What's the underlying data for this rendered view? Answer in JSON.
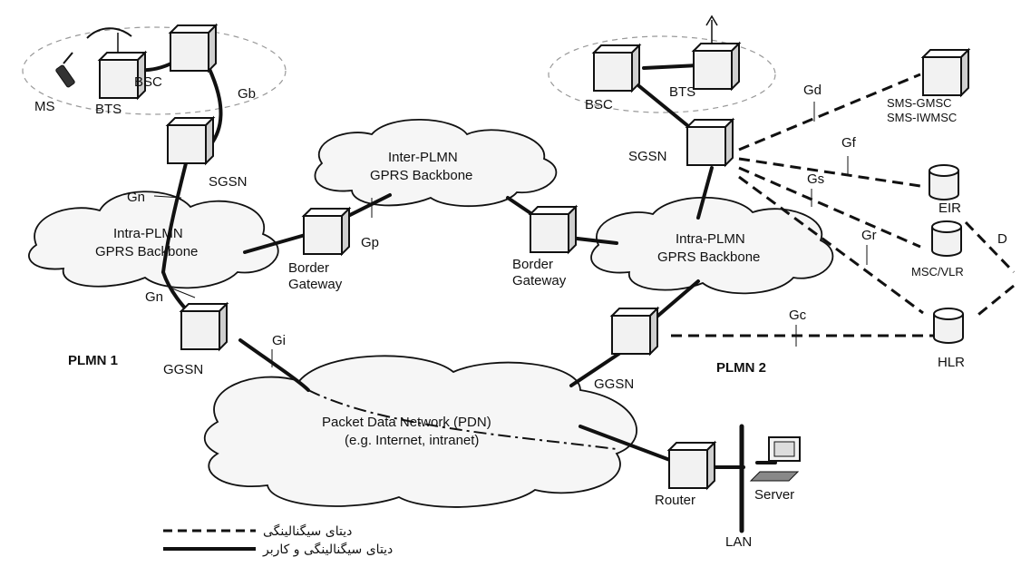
{
  "colors": {
    "ink": "#111111",
    "node_fill": "#f2f2f2",
    "cloud_fill": "#f6f6f6",
    "paper": "#ffffff"
  },
  "nodes": {
    "ms": "MS",
    "bts1": "BTS",
    "bsc1": "BSC",
    "sgsn1": "SGSN",
    "ggsn1": "GGSN",
    "bg1": [
      "Border",
      "Gateway"
    ],
    "bg2": [
      "Border",
      "Gateway"
    ],
    "bsc2": "BSC",
    "bts2": "BTS",
    "sgsn2": "SGSN",
    "ggsn2": "GGSN",
    "sms": [
      "SMS-GMSC",
      "SMS-IWMSC"
    ],
    "eir": "EIR",
    "msc": "MSC/VLR",
    "hlr": "HLR",
    "router": "Router",
    "server": "Server",
    "lan": "LAN"
  },
  "networks": {
    "intra1": [
      "Intra-PLMN",
      "GPRS Backbone"
    ],
    "inter": [
      "Inter-PLMN",
      "GPRS Backbone"
    ],
    "intra2": [
      "Intra-PLMN",
      "GPRS Backbone"
    ],
    "pdn": [
      "Packet Data Network (PDN)",
      "(e.g. Internet, intranet)"
    ]
  },
  "regions": {
    "plmn1": "PLMN 1",
    "plmn2": "PLMN 2"
  },
  "interfaces": {
    "gb": "Gb",
    "gn_top": "Gn",
    "gn_bottom": "Gn",
    "gp": "Gp",
    "gi": "Gi",
    "gd": "Gd",
    "gf": "Gf",
    "gs": "Gs",
    "gr": "Gr",
    "gc": "Gc",
    "d": "D"
  },
  "legend": [
    {
      "style": "dashed",
      "label": "دیتای سیگنالینگی"
    },
    {
      "style": "solid",
      "label": "دیتای سیگنالینگی و کاربر"
    }
  ]
}
